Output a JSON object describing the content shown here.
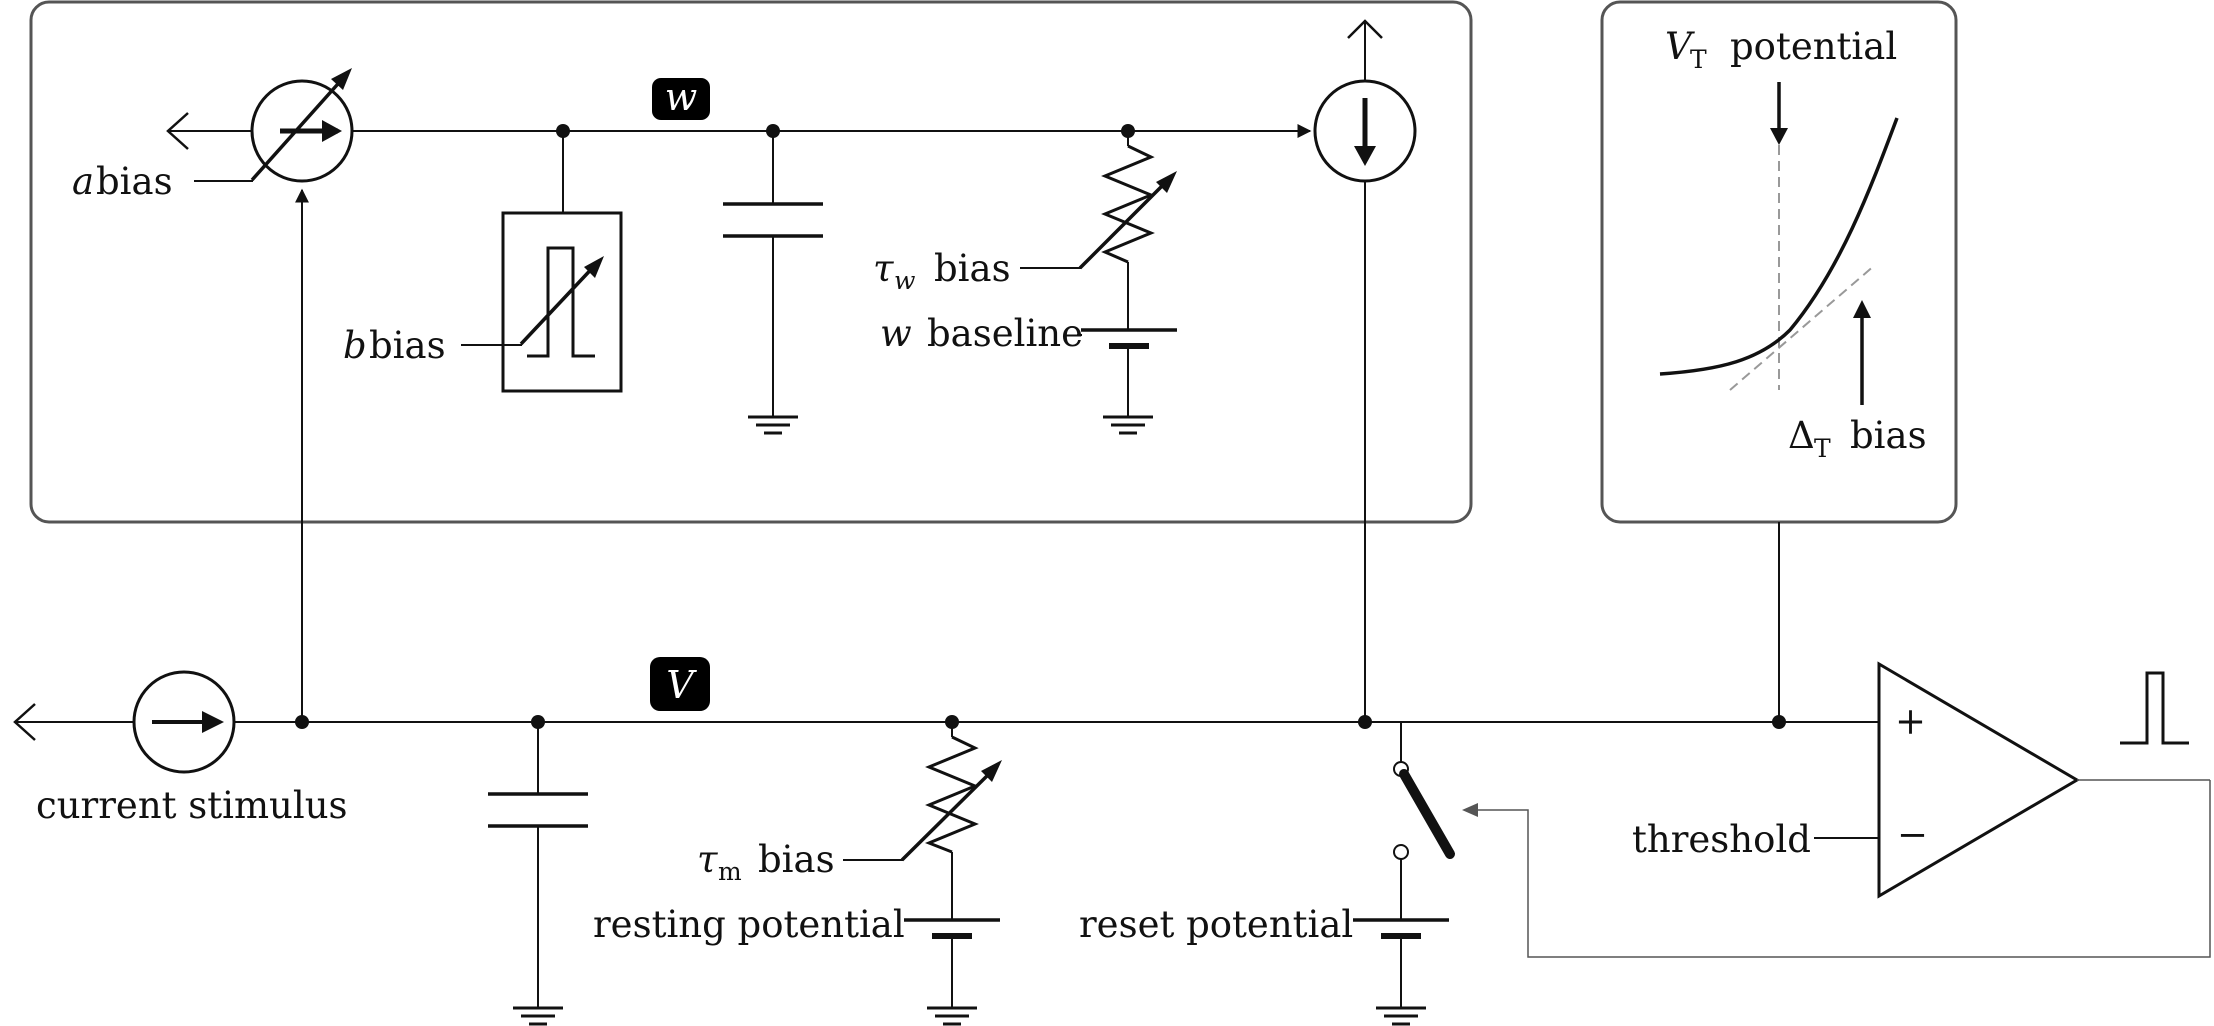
{
  "node_labels": {
    "adaptation_node": "w",
    "membrane_node": "V"
  },
  "labels": {
    "a_bias": "bias",
    "a_var": "a",
    "b_bias": "bias",
    "b_var": "b",
    "tau_w_bias": "bias",
    "tau_w_var": "τ",
    "tau_w_sub": "w",
    "w_baseline": "baseline",
    "w_baseline_var": "w",
    "vt_var": "V",
    "vt_sub": "T",
    "vt_potential": "potential",
    "delta_var": "Δ",
    "delta_sub": "T",
    "delta_bias": "bias",
    "current_stimulus": "current stimulus",
    "tau_m_var": "τ",
    "tau_m_sub": "m",
    "tau_m_bias": "bias",
    "resting_potential": "resting potential",
    "reset_potential": "reset potential",
    "threshold": "threshold",
    "plus": "+",
    "minus": "−"
  },
  "colors": {
    "line": "#111111",
    "frame": "#555555",
    "dash": "#999999",
    "tag_bg": "#000000"
  }
}
